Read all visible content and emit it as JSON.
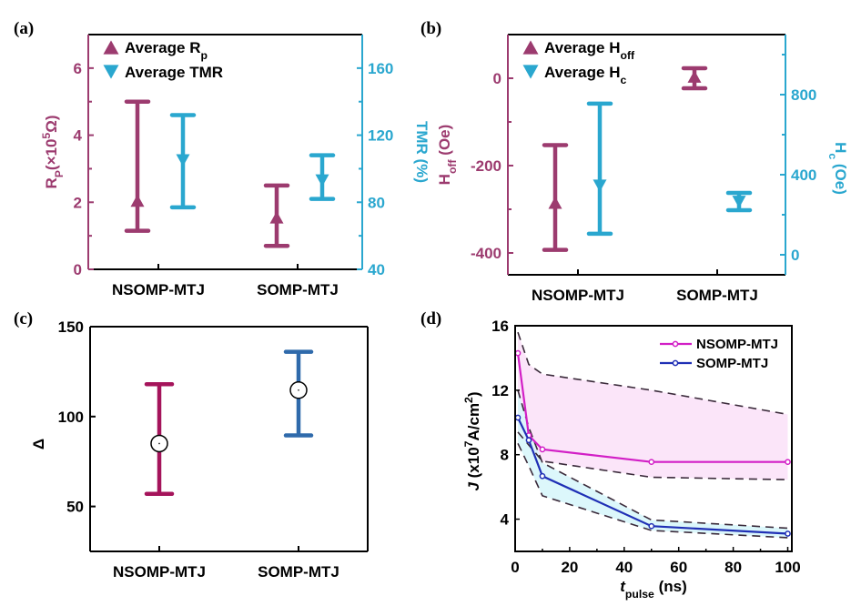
{
  "chart_data": [
    {
      "panel_label": "(a)",
      "type": "errorbar",
      "categories": [
        "NSOMP-MTJ",
        "SOMP-MTJ"
      ],
      "left_axis": {
        "label": [
          {
            "t": "R",
            "s": ""
          },
          {
            "t": "P",
            "s": "sub"
          },
          {
            "t": "(×10",
            "s": ""
          },
          {
            "t": "5",
            "s": "sup"
          },
          {
            "t": "Ω)",
            "s": ""
          }
        ],
        "range": [
          0,
          7
        ],
        "ticks": [
          0,
          2,
          4,
          6
        ],
        "tick_labels": [
          "0",
          "2",
          "4",
          "6"
        ],
        "minor": [
          1,
          3,
          5
        ],
        "color": "#9c3b6f"
      },
      "right_axis": {
        "label": [
          {
            "t": "TMR (%)",
            "s": ""
          }
        ],
        "range": [
          40,
          180
        ],
        "ticks": [
          40,
          80,
          120,
          160
        ],
        "tick_labels": [
          "40",
          "80",
          "120",
          "160"
        ],
        "minor": [
          60,
          100,
          140
        ],
        "color": "#2aa7cf"
      },
      "series": [
        {
          "label": [
            {
              "t": "Average R",
              "s": ""
            },
            {
              "t": "p",
              "s": "sub"
            }
          ],
          "axis": "left",
          "marker": "triangle-up",
          "color": "#9c3b6f",
          "points": [
            {
              "mean": 2.05,
              "low": 1.15,
              "high": 5.0
            },
            {
              "mean": 1.55,
              "low": 0.7,
              "high": 2.5
            }
          ]
        },
        {
          "label": [
            {
              "t": "Average TMR",
              "s": ""
            }
          ],
          "axis": "right",
          "marker": "triangle-down",
          "color": "#2aa7cf",
          "points": [
            {
              "mean": 105,
              "low": 77,
              "high": 132
            },
            {
              "mean": 93,
              "low": 82,
              "high": 108
            }
          ]
        }
      ]
    },
    {
      "panel_label": "(b)",
      "type": "errorbar",
      "categories": [
        "NSOMP-MTJ",
        "SOMP-MTJ"
      ],
      "left_axis": {
        "label": [
          {
            "t": "H",
            "s": ""
          },
          {
            "t": "off",
            "s": "sub"
          },
          {
            "t": " (Oe)",
            "s": ""
          }
        ],
        "range": [
          -450,
          100
        ],
        "ticks": [
          -400,
          -200,
          0
        ],
        "tick_labels": [
          "-400",
          "-200",
          "0"
        ],
        "minor": [
          -300,
          -100
        ],
        "color": "#9c3b6f"
      },
      "right_axis": {
        "label": [
          {
            "t": "H",
            "s": ""
          },
          {
            "t": "c",
            "s": "sub"
          },
          {
            "t": " (Oe)",
            "s": ""
          }
        ],
        "range": [
          -100,
          1100
        ],
        "ticks": [
          0,
          400,
          800
        ],
        "tick_labels": [
          "0",
          "400",
          "800"
        ],
        "minor": [
          200,
          600,
          1000
        ],
        "color": "#2aa7cf"
      },
      "series": [
        {
          "label": [
            {
              "t": "Average H",
              "s": ""
            },
            {
              "t": "off",
              "s": "sub"
            }
          ],
          "axis": "left",
          "marker": "triangle-up",
          "color": "#9c3b6f",
          "points": [
            {
              "mean": -285,
              "low": -393,
              "high": -153
            },
            {
              "mean": 4,
              "low": -23,
              "high": 23
            }
          ]
        },
        {
          "label": [
            {
              "t": "Average H",
              "s": ""
            },
            {
              "t": "c",
              "s": "sub"
            }
          ],
          "axis": "right",
          "marker": "triangle-down",
          "color": "#2aa7cf",
          "points": [
            {
              "mean": 345,
              "low": 105,
              "high": 755
            },
            {
              "mean": 264,
              "low": 223,
              "high": 309
            }
          ]
        }
      ]
    },
    {
      "panel_label": "(c)",
      "type": "errorbar",
      "categories": [
        "NSOMP-MTJ",
        "SOMP-MTJ"
      ],
      "left_axis": {
        "label": [
          {
            "t": "Δ",
            "s": ""
          }
        ],
        "range": [
          25,
          150
        ],
        "ticks": [
          50,
          100,
          150
        ],
        "tick_labels": [
          "50",
          "100",
          "150"
        ],
        "minor": [],
        "color": "#000000"
      },
      "series": [
        {
          "label": [],
          "axis": "left",
          "marker": "open-circle",
          "colors": [
            "#a5145b",
            "#2f6aab"
          ],
          "points": [
            {
              "mean": 85,
              "low": 57,
              "high": 118
            },
            {
              "mean": 114.7,
              "low": 89.5,
              "high": 136
            }
          ]
        }
      ]
    },
    {
      "panel_label": "(d)",
      "type": "line",
      "x": [
        1,
        5,
        10,
        50,
        100
      ],
      "xlim": [
        0,
        101.5
      ],
      "ylim": [
        2,
        16
      ],
      "xticks": [
        0,
        20,
        40,
        60,
        80,
        100
      ],
      "xtick_labels": [
        "0",
        "20",
        "40",
        "60",
        "80",
        "100"
      ],
      "yticks": [
        4,
        8,
        12,
        16
      ],
      "ytick_labels": [
        "4",
        "8",
        "12",
        "16"
      ],
      "xlabel": [
        {
          "t": "t",
          "s": "it"
        },
        {
          "t": "pulse",
          "s": "sub"
        },
        {
          "t": " (ns)",
          "s": ""
        }
      ],
      "ylabel": [
        {
          "t": "J",
          "s": "it"
        },
        {
          "t": " (x10",
          "s": ""
        },
        {
          "t": "7",
          "s": "sup"
        },
        {
          "t": "A/cm",
          "s": ""
        },
        {
          "t": "2",
          "s": "sup"
        },
        {
          "t": ")",
          "s": ""
        }
      ],
      "legend_position": "top-right",
      "series": [
        {
          "name": "NSOMP-MTJ",
          "color": "#d21fc6",
          "fill": "#fbe2f8",
          "values": [
            14.3,
            9.2,
            8.33,
            7.55,
            7.55
          ],
          "upper": [
            15.6,
            13.6,
            13.0,
            12.0,
            10.5
          ],
          "lower": [
            9.4,
            8.6,
            7.6,
            6.6,
            6.45
          ]
        },
        {
          "name": "SOMP-MTJ",
          "color": "#1f2fb5",
          "fill": "#d8f6fb",
          "values": [
            10.3,
            8.9,
            6.67,
            3.57,
            3.1
          ],
          "upper": [
            12.0,
            9.7,
            7.5,
            3.95,
            3.44
          ],
          "lower": [
            8.7,
            7.3,
            5.45,
            3.3,
            2.85
          ]
        }
      ]
    }
  ]
}
